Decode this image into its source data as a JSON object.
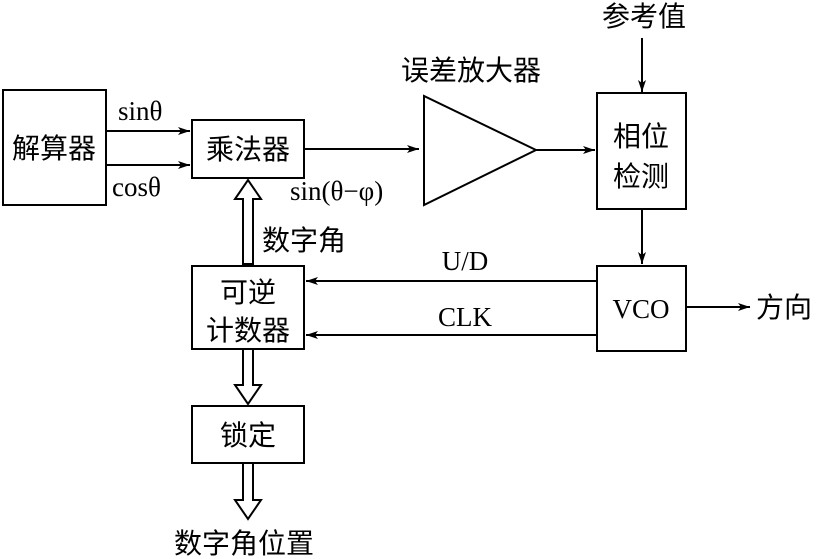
{
  "blocks": {
    "resolver": "解算器",
    "multiplier": "乘法器",
    "error_amp": "误差放大器",
    "phase_detect_line1": "相位",
    "phase_detect_line2": "检测",
    "vco": "VCO",
    "counter_line1": "可逆",
    "counter_line2": "计数器",
    "latch": "锁定"
  },
  "signals": {
    "sin": "sinθ",
    "cos": "cosθ",
    "sin_diff": "sin(θ−φ)",
    "reference": "参考值",
    "digital_angle": "数字角",
    "up_down": "U/D",
    "clk": "CLK",
    "direction": "方向",
    "output": "数字角位置"
  }
}
